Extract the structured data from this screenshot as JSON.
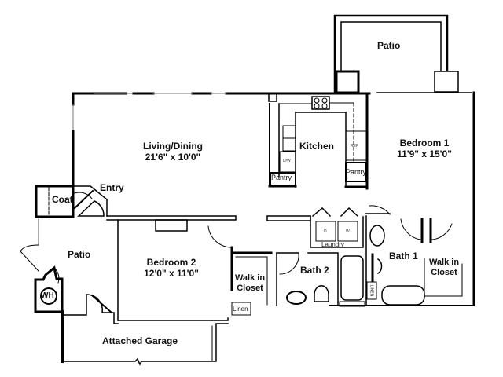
{
  "floorplan": {
    "rooms": [
      {
        "id": "patio-rear",
        "name": "Patio",
        "dims": ""
      },
      {
        "id": "living-dining",
        "name": "Living/Dining",
        "dims": "21'6\" x 10'0\""
      },
      {
        "id": "kitchen",
        "name": "Kitchen",
        "dims": ""
      },
      {
        "id": "bedroom-1",
        "name": "Bedroom 1",
        "dims": "11'9\" x 15'0\""
      },
      {
        "id": "entry",
        "name": "Entry",
        "dims": ""
      },
      {
        "id": "coat",
        "name": "Coat",
        "dims": ""
      },
      {
        "id": "patio-front",
        "name": "Patio",
        "dims": ""
      },
      {
        "id": "bedroom-2",
        "name": "Bedroom 2",
        "dims": "12'0\" x 11'0\""
      },
      {
        "id": "walk-in-closet-2",
        "name": "Walk in Closet",
        "dims": ""
      },
      {
        "id": "bath-2",
        "name": "Bath 2",
        "dims": ""
      },
      {
        "id": "bath-1",
        "name": "Bath 1",
        "dims": ""
      },
      {
        "id": "walk-in-closet-1",
        "name": "Walk in Closet",
        "dims": ""
      },
      {
        "id": "laundry",
        "name": "Laundry",
        "dims": ""
      },
      {
        "id": "garage",
        "name": "Attached Garage",
        "dims": ""
      }
    ],
    "small_labels": {
      "pantry_left": "Pantry",
      "pantry_right": "Pantry",
      "linen_bed2": "Linen",
      "linen_bath": "LINEN",
      "water_heater": "WH",
      "dryer": "D",
      "washer": "W",
      "dishwasher": "D/W",
      "refrigerator": "REF"
    },
    "walk_in_line1": "Walk in",
    "walk_in_line2": "Closet"
  }
}
